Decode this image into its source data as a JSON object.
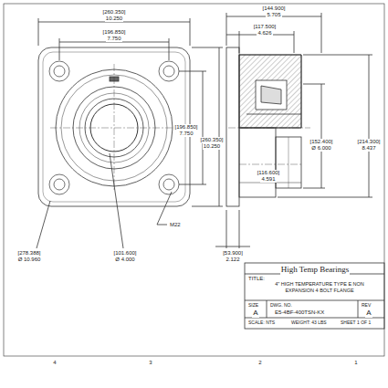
{
  "diagram": {
    "labels": [
      "[260.350]",
      "10.250",
      "[196.850]",
      "7.750",
      "[196.850]",
      "7.750",
      "[260.350]",
      "10.250",
      "[278.388]",
      "Ø 10.960",
      "[101.600]",
      "Ø 4.000",
      "M22",
      "[53.900]",
      "2.122",
      "[144.900]",
      "5.705",
      "[117.500]",
      "4.626",
      "[116.600]",
      "4.591",
      "[152.400]",
      "Ø 6.000",
      "[214.300]",
      "8.437",
      "TITLE:",
      "High Temp Bearings",
      "4\" HIGH TEMPERATURE TYPE E NON EXPANSION 4 BOLT FLANGE",
      "SIZE",
      "A",
      "DWG. NO.",
      "E5-4BF-400TSN-KX",
      "REV",
      "A",
      "SCALE: NTS",
      "WEIGHT: 43 LBS",
      "SHEET 1 OF 1",
      "4",
      "3",
      "2",
      "1"
    ]
  }
}
